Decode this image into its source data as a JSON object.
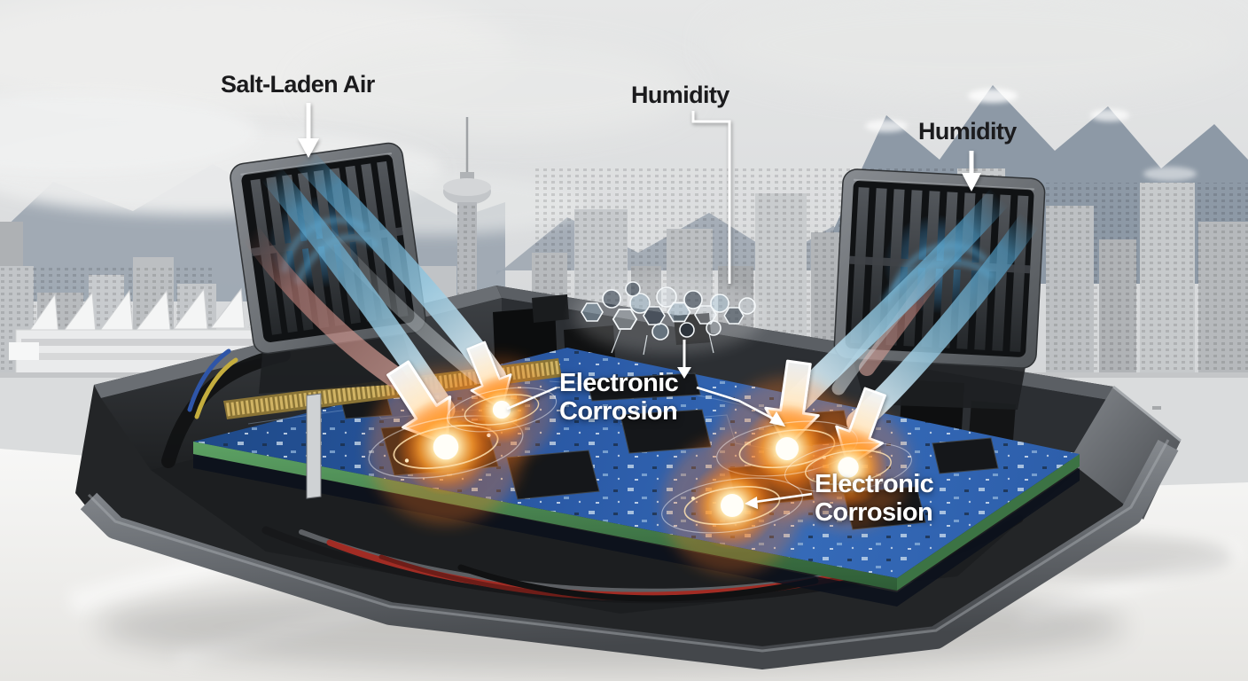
{
  "labels": {
    "salt_laden_air": "Salt-Laden Air",
    "humidity_center": "Humidity",
    "humidity_right": "Humidity",
    "corrosion_left": {
      "line1": "Electronic",
      "line2": "Corrosion"
    },
    "corrosion_right": {
      "line1": "Electronic",
      "line2": "Corrosion"
    }
  },
  "icons": {
    "salt-air-down-arrow-icon": "white down arrow",
    "humidity-down-arrow-icon": "white down arrow",
    "flow-arrowhead-icon": "orange-white impact arrow",
    "vent-grille-icon": "slatted vent grille",
    "corrosion-glow-icon": "orange radial glow with rings",
    "molecule-cluster-icon": "water-molecule foam cluster",
    "leader-line-icon": "white callout line"
  },
  "colors": {
    "label_black": "#1b1b1d",
    "label_white": "#ffffff",
    "flow_blue": "#6ab0d4",
    "flow_red": "#c4827b",
    "corrosion_glow_orange": "#ff9226",
    "pcb_blue": "#2b5aa4",
    "pcb_edge_green": "#4d8b55",
    "enclosure_gray": "#3a3d41",
    "vent_gray": "#6d7176",
    "sky_gray": "#dcdddd"
  }
}
